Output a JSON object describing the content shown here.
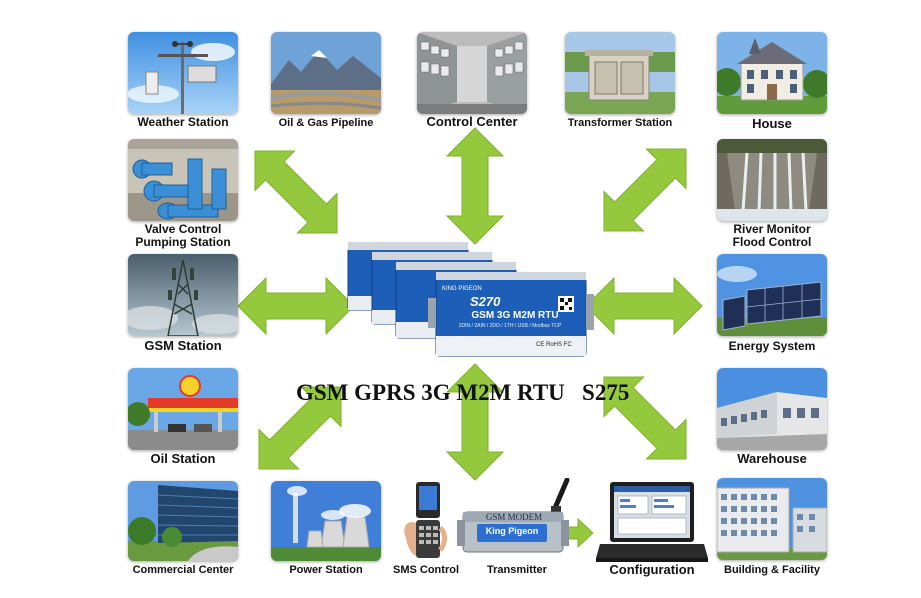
{
  "colors": {
    "arrow": "#94c83d",
    "arrow_edge": "#7fb12c",
    "device_blue": "#1d5fb8",
    "device_blue_dark": "#123f85"
  },
  "title": "GSM GPRS 3G M2M RTU   S275",
  "device": {
    "model": "S270",
    "name": "GSM 3G M2M RTU",
    "features": "2DIN / 2AIN / 2DO / 1TH / USB / Modbus TCP",
    "brand": "KING PIGEON",
    "cert": "CE RoHS FC"
  },
  "modem": {
    "title": "GSM MODEM",
    "brand": "King Pigeon"
  },
  "labels": {
    "weather": "Weather Station",
    "oilgas": "Oil & Gas Pipeline",
    "control": "Control Center",
    "transformer": "Transformer Station",
    "house": "House",
    "valve1": "Valve Control",
    "valve2": "Pumping Station",
    "river1": "River Monitor",
    "river2": "Flood Control",
    "gsm": "GSM Station",
    "energy": "Energy System",
    "oil": "Oil Station",
    "warehouse": "Warehouse",
    "commercial": "Commercial Center",
    "power": "Power Station",
    "sms": "SMS Control",
    "transmitter": "Transmitter",
    "configuration": "Configuration",
    "building": "Building & Facility"
  },
  "icons": [
    "weather-station-photo",
    "pipeline-photo",
    "control-room-photo",
    "transformer-photo",
    "house-photo",
    "pump-photo",
    "dam-photo",
    "cell-tower-photo",
    "solar-panel-photo",
    "gas-station-photo",
    "warehouse-photo",
    "office-building-photo",
    "power-plant-photo",
    "mobile-phone-icon",
    "gsm-modem-icon",
    "laptop-icon",
    "apartment-building-photo"
  ]
}
